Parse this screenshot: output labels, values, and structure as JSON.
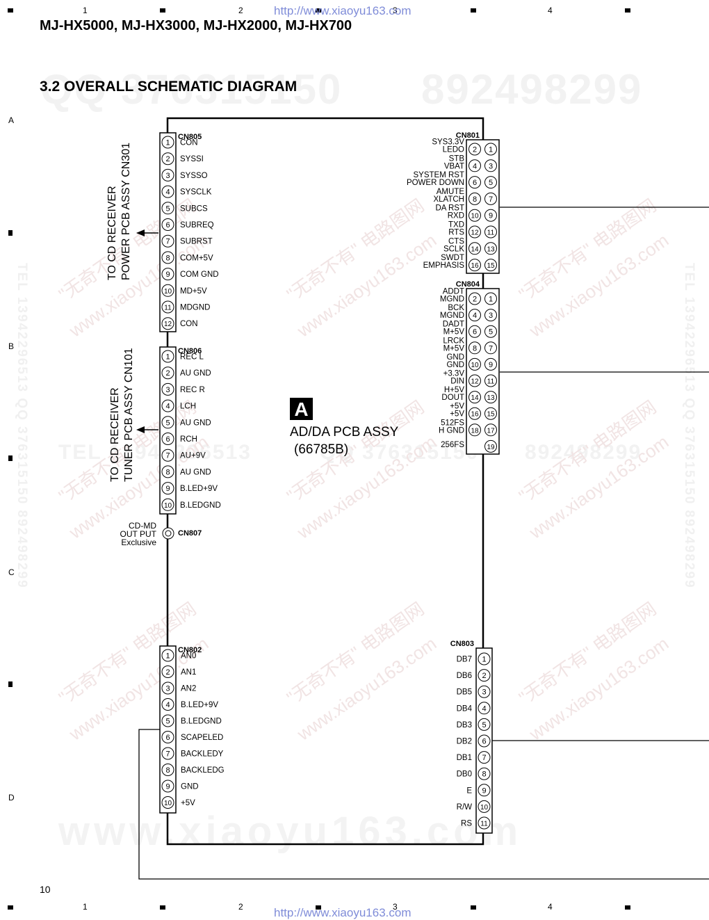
{
  "header": {
    "model_line": "MJ-HX5000, MJ-HX3000, MJ-HX2000, MJ-HX700",
    "section_title": "3.2 OVERALL SCHEMATIC DIAGRAM",
    "watermark_url": "http://www.xiaoyu163.com",
    "page_number": "10"
  },
  "grid": {
    "columns": [
      "1",
      "2",
      "3",
      "4"
    ],
    "rows": [
      "A",
      "B",
      "C",
      "D"
    ]
  },
  "watermarks": {
    "qq_line": "QQ 376315150",
    "qq_line2": "892498299",
    "tel_line": "TEL 13942296513",
    "diag_cn": "\"无奇不有\" 电路图网",
    "diag_url": "www.xiaoyu163.com",
    "footer_url": "www.xiaoyu163.com",
    "vertical": "TEL 13942296513 QQ 376315150 892498299"
  },
  "board": {
    "letter": "A",
    "name": "AD/DA PCB ASSY",
    "part": "(66785B)"
  },
  "destinations": {
    "cn805": [
      "TO CD RECEIVER",
      "POWER PCB ASSY CN301"
    ],
    "cn806": [
      "TO CD RECEIVER",
      "TUNER PCB ASSY CN101"
    ]
  },
  "cn807": {
    "name": "CN807",
    "label": [
      "CD-MD",
      "OUT PUT",
      "Exclusive"
    ]
  },
  "connectors": {
    "cn805": {
      "name": "CN805",
      "pins": [
        "CON",
        "SYSSI",
        "SYSSO",
        "SYSCLK",
        "SUBCS",
        "SUBREQ",
        "SUBRST",
        "COM+5V",
        "COM GND",
        "MD+5V",
        "MDGND",
        "CON"
      ]
    },
    "cn806": {
      "name": "CN806",
      "pins": [
        "REC L",
        "AU GND",
        "REC R",
        "LCH",
        "AU GND",
        "RCH",
        "AU+9V",
        "AU GND",
        "B.LED+9V",
        "B.LEDGND"
      ]
    },
    "cn802": {
      "name": "CN802",
      "pins": [
        "AN0",
        "AN1",
        "AN2",
        "B.LED+9V",
        "B.LEDGND",
        "SCAPELED",
        "BACKLEDY",
        "BACKLEDG",
        "GND",
        "+5V"
      ]
    },
    "cn801": {
      "name": "CN801",
      "pairs": [
        {
          "even": "2",
          "odd": "1",
          "label_even": "LEDO",
          "label_odd": "SYS3.3V"
        },
        {
          "even": "4",
          "odd": "3",
          "label_even": "VBAT",
          "label_odd": "STB"
        },
        {
          "even": "6",
          "odd": "5",
          "label_even": "POWER DOWN",
          "label_odd": "SYSTEM RST"
        },
        {
          "even": "8",
          "odd": "7",
          "label_even": "XLATCH",
          "label_odd": "AMUTE"
        },
        {
          "even": "10",
          "odd": "9",
          "label_even": "RXD",
          "label_odd": "DA RST"
        },
        {
          "even": "12",
          "odd": "11",
          "label_even": "RTS",
          "label_odd": "TXD"
        },
        {
          "even": "14",
          "odd": "13",
          "label_even": "SCLK",
          "label_odd": "CTS"
        },
        {
          "even": "16",
          "odd": "15",
          "label_even": "EMPHASIS",
          "label_odd": "SWDT"
        }
      ]
    },
    "cn804": {
      "name": "CN804",
      "pairs": [
        {
          "even": "2",
          "odd": "1",
          "label_even": "MGND",
          "label_odd": "ADDT"
        },
        {
          "even": "4",
          "odd": "3",
          "label_even": "MGND",
          "label_odd": "BCK"
        },
        {
          "even": "6",
          "odd": "5",
          "label_even": "M+5V",
          "label_odd": "DADT"
        },
        {
          "even": "8",
          "odd": "7",
          "label_even": "M+5V",
          "label_odd": "LRCK"
        },
        {
          "even": "10",
          "odd": "9",
          "label_even": "GND",
          "label_odd": "GND"
        },
        {
          "even": "12",
          "odd": "11",
          "label_even": "DIN",
          "label_odd": "+3.3V"
        },
        {
          "even": "14",
          "odd": "13",
          "label_even": "DOUT",
          "label_odd": "H+5V"
        },
        {
          "even": "16",
          "odd": "15",
          "label_even": "+5V",
          "label_odd": "+5V"
        },
        {
          "even": "18",
          "odd": "17",
          "label_even": "H GND",
          "label_odd": "512FS"
        }
      ],
      "extra_pin": {
        "num": "19",
        "label": "256FS"
      }
    },
    "cn803": {
      "name": "CN803",
      "pins": [
        "DB7",
        "DB6",
        "DB5",
        "DB4",
        "DB3",
        "DB2",
        "DB1",
        "DB0",
        "E",
        "R/W",
        "RS"
      ]
    }
  }
}
